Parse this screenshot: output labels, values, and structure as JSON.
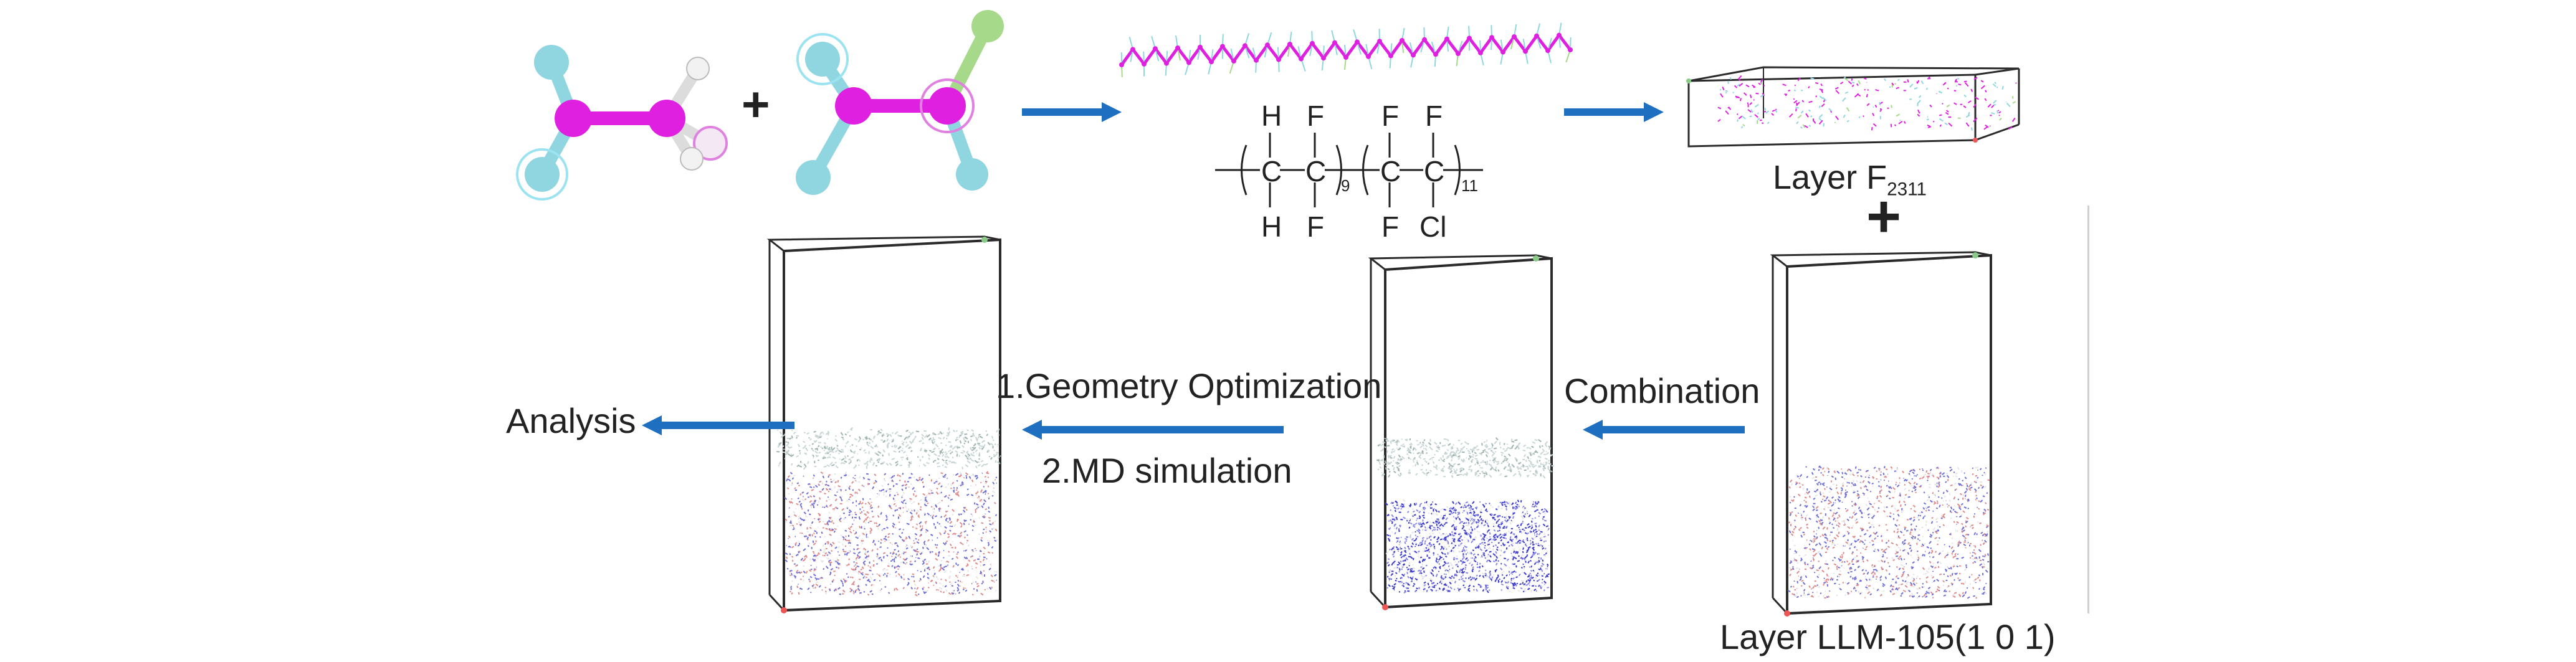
{
  "figure": {
    "plus_1": "+",
    "plus_2": "+",
    "structure": {
      "h_top": "H",
      "f_top_1": "F",
      "f_top_2": "F",
      "f_top_3": "F",
      "c1": "C",
      "c2": "C",
      "c3": "C",
      "c4": "C",
      "sub_9": "9",
      "sub_11": "11",
      "h_bot": "H",
      "f_bot_1": "F",
      "f_bot_2": "F",
      "cl_bot": "Cl"
    },
    "layer_f_label": "Layer F",
    "layer_f_sub": "2311",
    "layer_llm_label": "Layer LLM-105(1 0 1)",
    "combination_label": "Combination",
    "step1_label": "1.Geometry Optimization",
    "step2_label": "2.MD simulation",
    "analysis_label": "Analysis"
  },
  "colors": {
    "arrow": "#1f6fc0",
    "carbon": "#e020e0",
    "fluorine": "#8fd6e0",
    "chlorine": "#a6d98a",
    "hydrogen": "#f2f2f2",
    "box": "#2a2a2a"
  }
}
